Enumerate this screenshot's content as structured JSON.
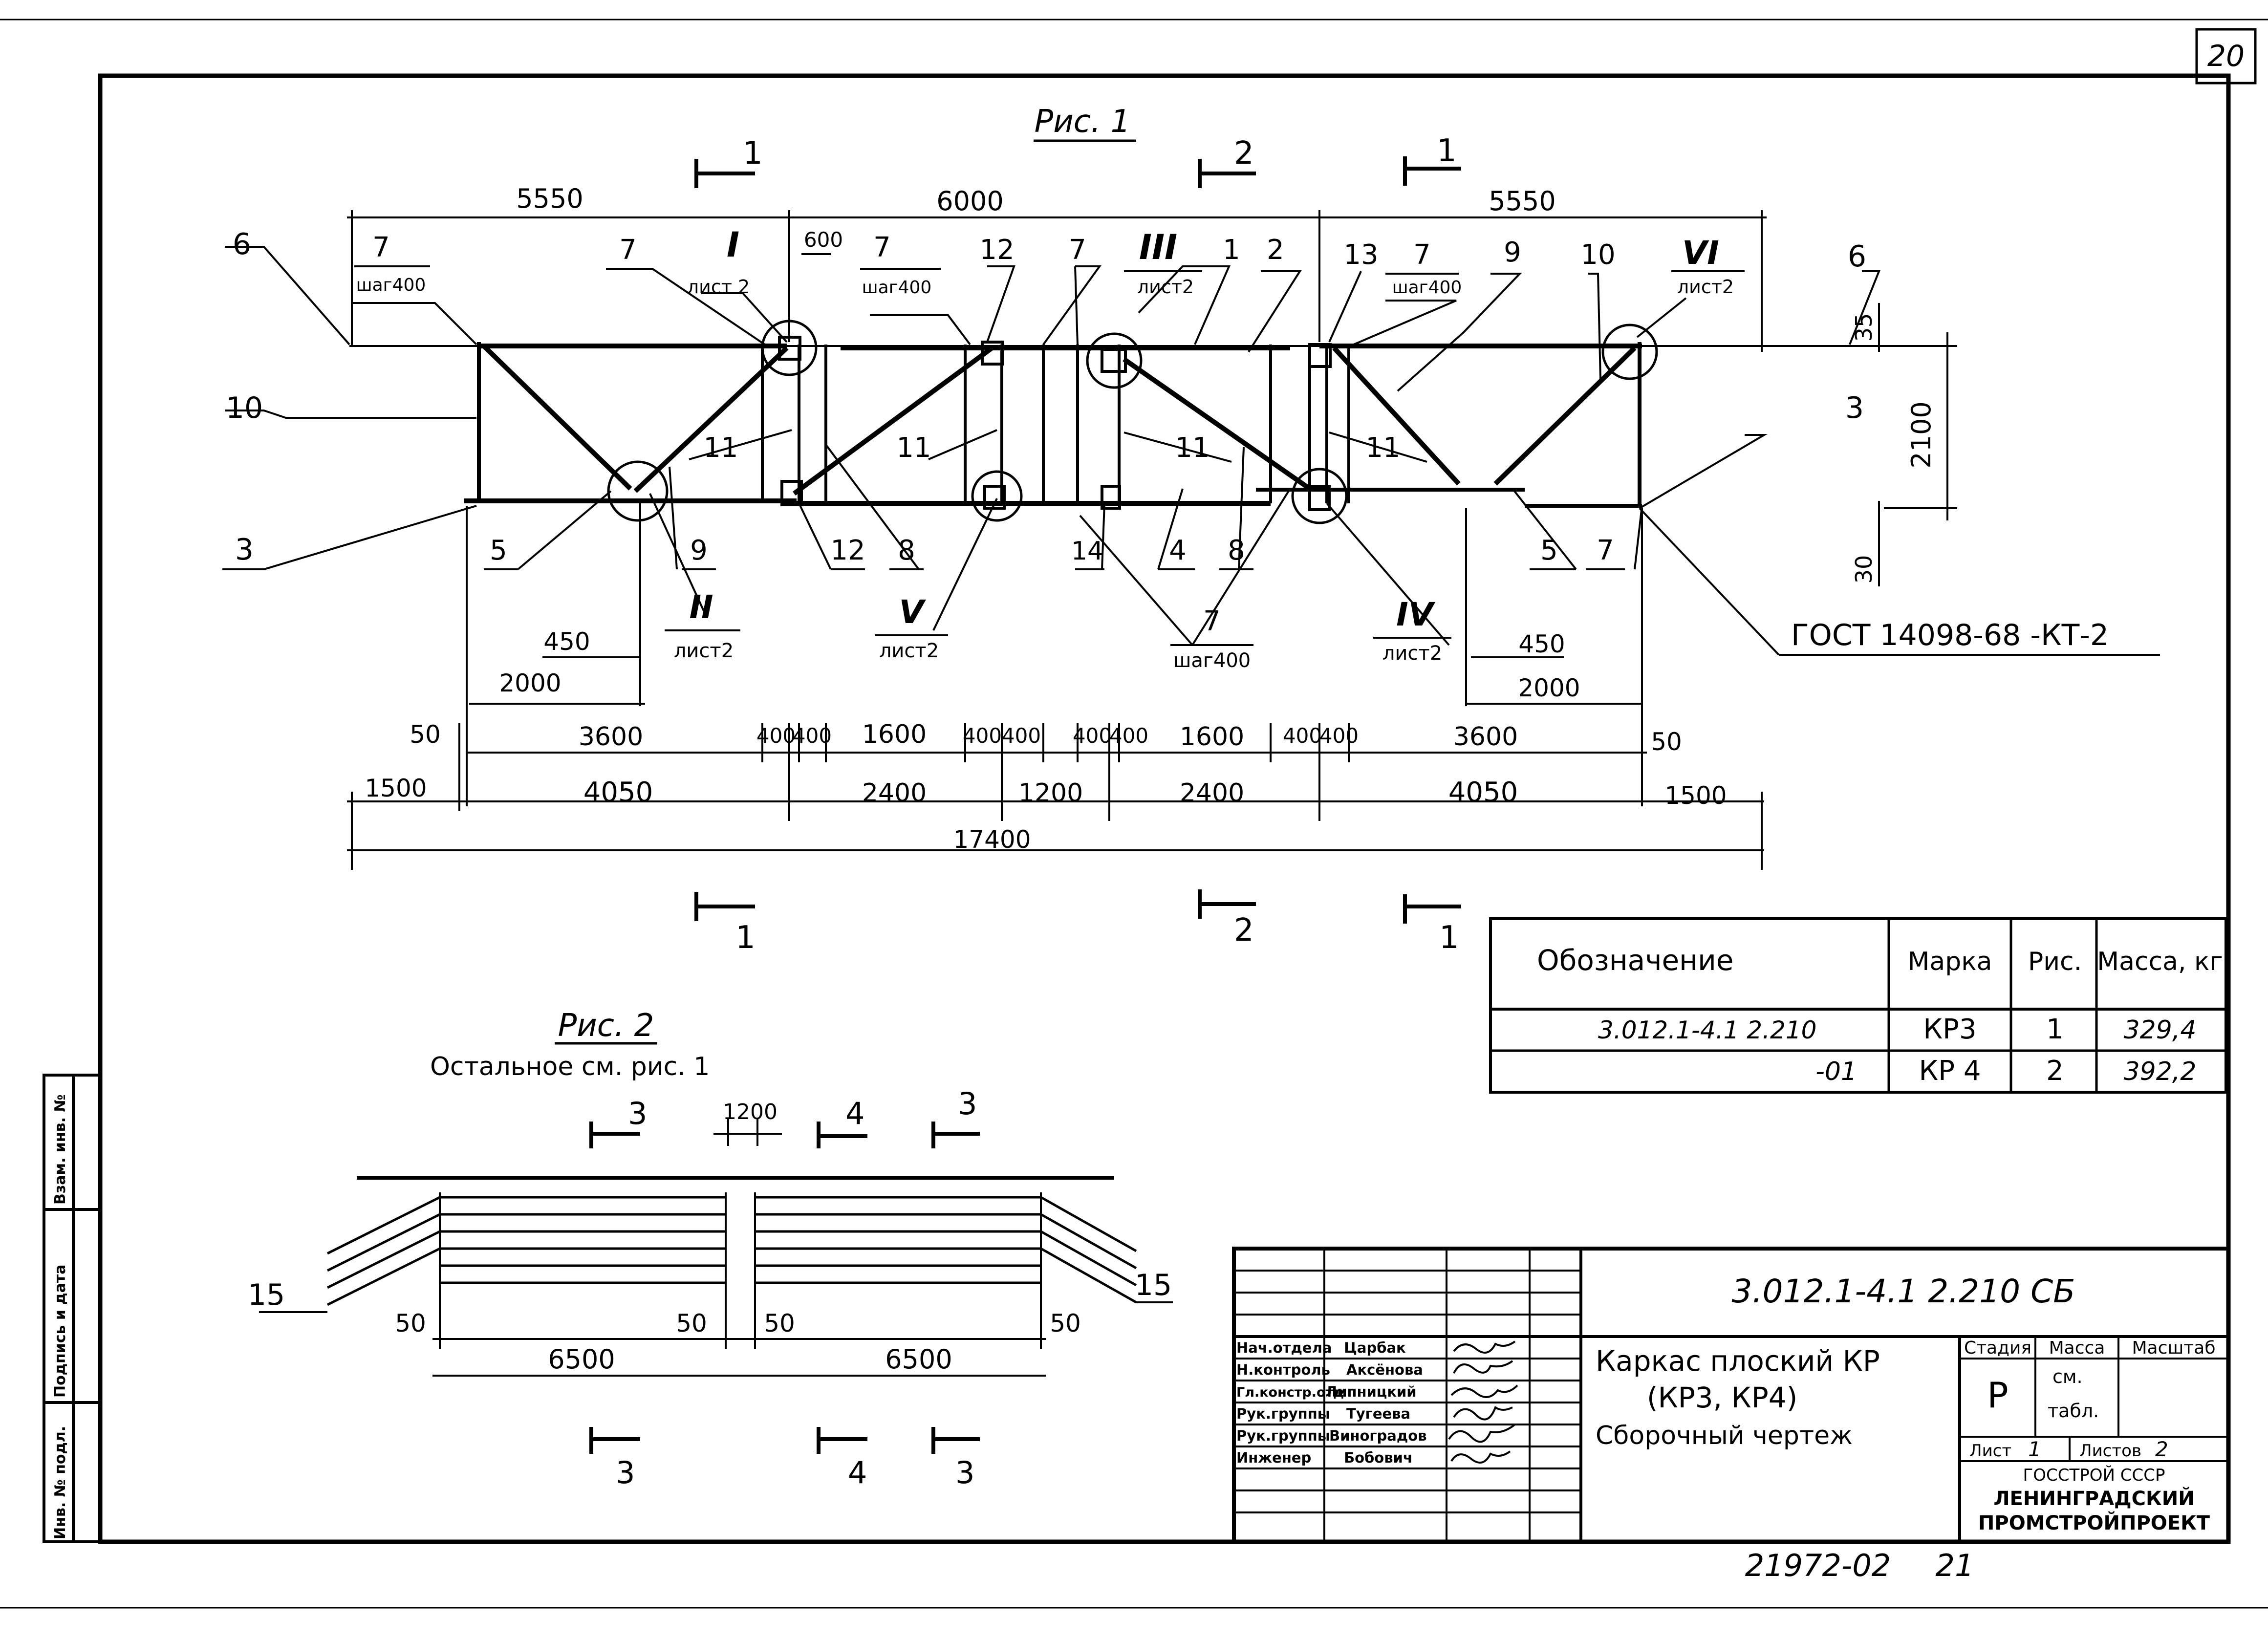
{
  "sheet": {
    "page_number": "20",
    "footer_left": "21972-02",
    "footer_right": "21"
  },
  "fig1": {
    "title": "Рис. 1",
    "section_marks": [
      {
        "label": "1"
      },
      {
        "label": "2"
      },
      {
        "label": "1"
      },
      {
        "label": "1"
      },
      {
        "label": "2"
      },
      {
        "label": "1"
      }
    ],
    "top_dims": [
      "5550",
      "6000",
      "5550"
    ],
    "dim_600": "600",
    "right_dims": [
      "35",
      "2100",
      "30"
    ],
    "callouts_top": [
      {
        "num": "6"
      },
      {
        "num": "7",
        "sub": "шаг400"
      },
      {
        "num": "7"
      },
      {
        "num": "I",
        "sub": "лист 2"
      },
      {
        "num": "7",
        "sub": "шаг400"
      },
      {
        "num": "12"
      },
      {
        "num": "7"
      },
      {
        "num": "III",
        "sub": "лист2"
      },
      {
        "num": "1"
      },
      {
        "num": "2"
      },
      {
        "num": "13"
      },
      {
        "num": "7",
        "sub": "шаг400"
      },
      {
        "num": "9"
      },
      {
        "num": "10"
      },
      {
        "num": "VI",
        "sub": "лист2"
      },
      {
        "num": "6"
      }
    ],
    "callouts_mid": [
      "10",
      "11",
      "11",
      "11",
      "11",
      "3"
    ],
    "callouts_bottom": [
      {
        "num": "3"
      },
      {
        "num": "5"
      },
      {
        "num": "9"
      },
      {
        "num": "II",
        "sub": "лист2"
      },
      {
        "num": "12"
      },
      {
        "num": "8"
      },
      {
        "num": "V",
        "sub": "лист2"
      },
      {
        "num": "14"
      },
      {
        "num": "4"
      },
      {
        "num": "8"
      },
      {
        "num": "7",
        "sub": "шаг400"
      },
      {
        "num": "IV",
        "sub": "лист2"
      },
      {
        "num": "5"
      },
      {
        "num": "7"
      }
    ],
    "gost_note": "ГОСТ 14098-68 -КТ-2",
    "lower_dims": {
      "d450_left": "450",
      "d2000_left": "2000",
      "d450_right": "450",
      "d2000_right": "2000",
      "row1": [
        "50",
        "3600",
        "400",
        "400",
        "1600",
        "400",
        "400",
        "400",
        "400",
        "1600",
        "400",
        "400",
        "3600",
        "50"
      ],
      "row2": [
        "1500",
        "4050",
        "2400",
        "1200",
        "2400",
        "4050",
        "1500"
      ],
      "total": "17400"
    }
  },
  "spec_table": {
    "headers": [
      "Обозначение",
      "Марка",
      "Рис.",
      "Масса, кг"
    ],
    "rows": [
      {
        "designation": "3.012.1-4.1   2.210",
        "mark": "КР3",
        "fig": "1",
        "mass": "329,4"
      },
      {
        "designation": "-01",
        "mark": "КР 4",
        "fig": "2",
        "mass": "392,2"
      }
    ]
  },
  "fig2": {
    "title": "Рис. 2",
    "note": "Остальное см. рис. 1",
    "section_marks": [
      "3",
      "4",
      "3",
      "3",
      "4",
      "3"
    ],
    "dim_1200": "1200",
    "callout": "15",
    "dims": [
      "50",
      "6500",
      "50",
      "50",
      "6500",
      "50"
    ]
  },
  "title_block": {
    "doc_code": "3.012.1-4.1   2.210 СБ",
    "title_lines": [
      "Каркас плоский КР",
      "(КР3, КР4)",
      "Сборочный чертеж"
    ],
    "headers": {
      "stage": "Стадия",
      "mass": "Масса",
      "scale": "Масштаб"
    },
    "stage": "Р",
    "mass_note": [
      "см.",
      "табл."
    ],
    "sheet_label": "Лист",
    "sheet_value": "1",
    "sheets_label": "Листов",
    "sheets_value": "2",
    "org_lines": [
      "ГОССТРОЙ СССР",
      "ЛЕНИНГРАДСКИЙ",
      "ПРОМСТРОЙПРОЕКТ"
    ],
    "signatures": [
      {
        "role": "Нач.отдела",
        "name": "Царбак"
      },
      {
        "role": "Н.контроль",
        "name": "Аксёнова"
      },
      {
        "role": "Гл.констр.отд",
        "name": "Липницкий"
      },
      {
        "role": "Рук.группы",
        "name": "Тугеева"
      },
      {
        "role": "Рук.группы",
        "name": "Виноградов"
      },
      {
        "role": "Инженер",
        "name": "Бобович"
      }
    ]
  },
  "side_stamp": [
    "Инв. № подл.",
    "Подпись и дата",
    "Взам. инв. №"
  ]
}
